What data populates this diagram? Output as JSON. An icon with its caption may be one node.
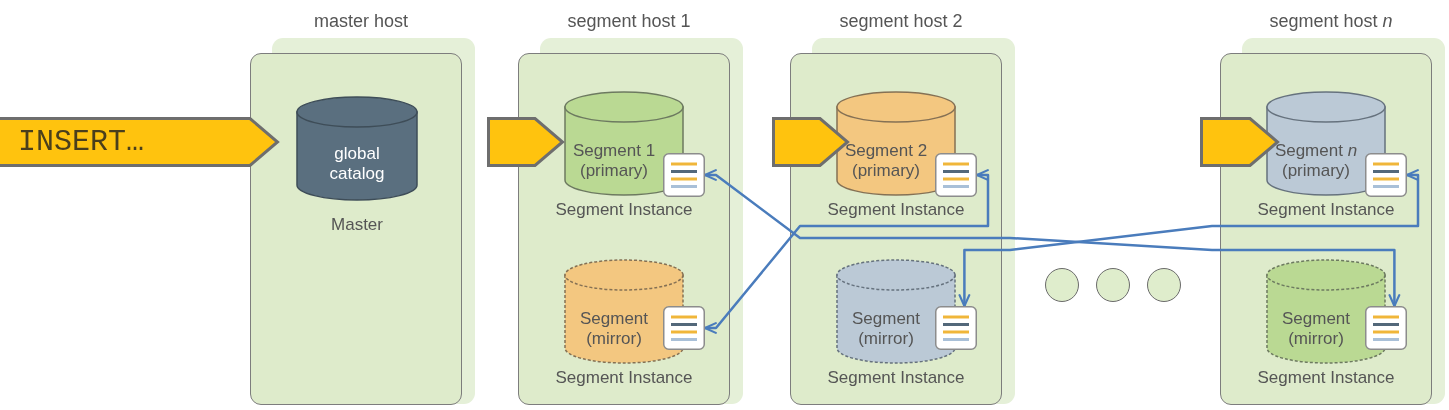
{
  "diagram": {
    "nodes": [
      {
        "text": [
          "INSERT…"
        ]
      },
      {
        "text": [
          "master host"
        ]
      },
      {
        "text": [
          "global catalog"
        ],
        "beside": [
          "Master"
        ],
        "in": 1
      },
      {
        "text": [
          "segment host 1"
        ]
      },
      {
        "text": [],
        "shape": "arrow"
      },
      {
        "text": [
          "Segment 1 (primary)"
        ],
        "beside": [
          "Segment Instance"
        ],
        "in": 3
      },
      {
        "text": [],
        "shape": "document",
        "in": 3
      },
      {
        "text": [
          "Segment (mirror)"
        ],
        "beside": [
          "Segment Instance"
        ],
        "in": 3
      },
      {
        "text": [],
        "shape": "document",
        "in": 3
      },
      {
        "text": [
          "segment host 2"
        ]
      },
      {
        "text": [],
        "shape": "arrow"
      },
      {
        "text": [
          "Segment 2 (primary)"
        ],
        "beside": [
          "Segment Instance"
        ],
        "in": 9
      },
      {
        "text": [],
        "shape": "document",
        "in": 9
      },
      {
        "text": [
          "Segment (mirror)"
        ],
        "beside": [
          "Segment Instance"
        ],
        "in": 9
      },
      {
        "text": [],
        "shape": "document",
        "in": 9
      },
      {
        "text": [],
        "shape": "circle"
      },
      {
        "text": [],
        "shape": "circle"
      },
      {
        "text": [],
        "shape": "circle"
      },
      {
        "text": [
          "segment host *n*"
        ]
      },
      {
        "text": [],
        "shape": "arrow"
      },
      {
        "text": [
          "Segment *n* (primary)"
        ],
        "beside": [
          "Segment Instance"
        ],
        "in": 18
      },
      {
        "text": [],
        "shape": "document",
        "in": 18
      },
      {
        "text": [
          "Segment (mirror)"
        ],
        "beside": [
          "Segment Instance"
        ],
        "in": 18
      },
      {
        "text": [],
        "shape": "document",
        "in": 18
      }
    ],
    "edges": [
      {
        "from": 6,
        "to": 23,
        "arrow": "both"
      },
      {
        "from": 8,
        "to": 12,
        "arrow": "both"
      },
      {
        "from": 14,
        "to": 21,
        "arrow": "both"
      }
    ]
  }
}
